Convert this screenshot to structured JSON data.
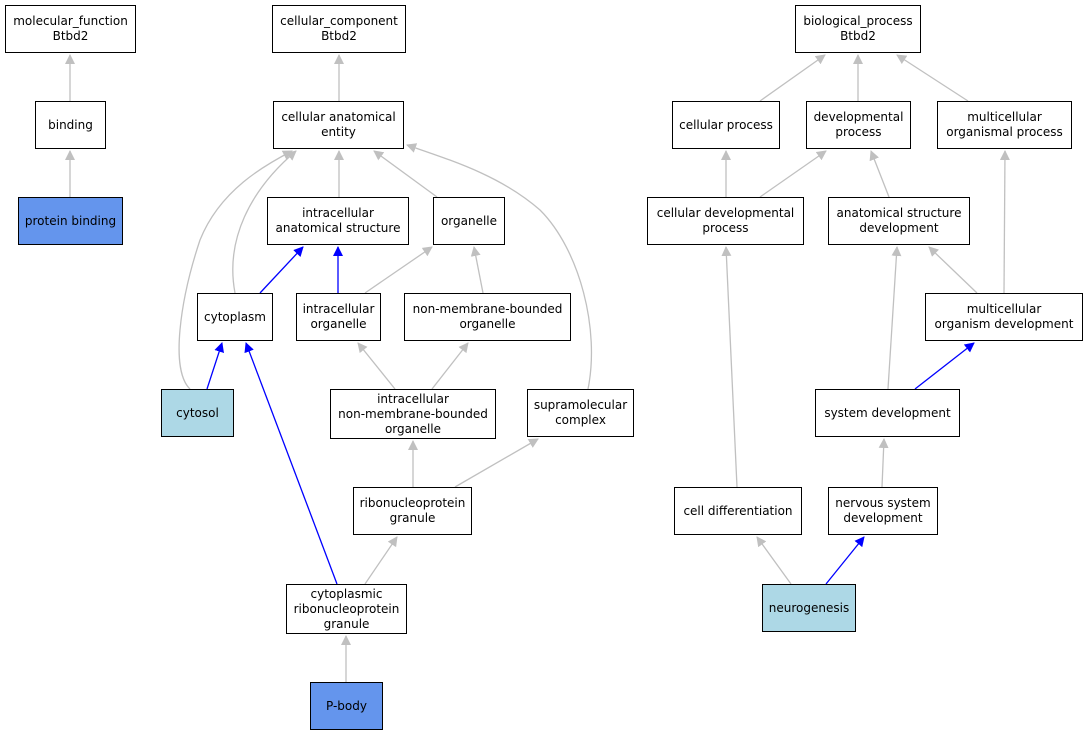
{
  "colors": {
    "edge_default": "#c0c0c0",
    "edge_highlight": "#0000ff",
    "node_border": "#000000",
    "node_fill": "#ffffff",
    "annotated_fill": "#6495ed",
    "related_fill": "#add8e6"
  },
  "nodes": {
    "mf_root": {
      "label": "molecular_function\nBtbd2"
    },
    "binding": {
      "label": "binding"
    },
    "protein_binding": {
      "label": "protein binding"
    },
    "cc_root": {
      "label": "cellular_component\nBtbd2"
    },
    "cae": {
      "label": "cellular anatomical\nentity"
    },
    "ias": {
      "label": "intracellular\nanatomical structure"
    },
    "organelle": {
      "label": "organelle"
    },
    "cytoplasm": {
      "label": "cytoplasm"
    },
    "iorg": {
      "label": "intracellular\norganelle"
    },
    "nmbo": {
      "label": "non-membrane-bounded\norganelle"
    },
    "cytosol": {
      "label": "cytosol"
    },
    "inmbo": {
      "label": "intracellular\nnon-membrane-bounded\norganelle"
    },
    "supra": {
      "label": "supramolecular\ncomplex"
    },
    "rnp": {
      "label": "ribonucleoprotein\ngranule"
    },
    "crnp": {
      "label": "cytoplasmic\nribonucleoprotein\ngranule"
    },
    "pbody": {
      "label": "P-body"
    },
    "bp_root": {
      "label": "biological_process\nBtbd2"
    },
    "cellproc": {
      "label": "cellular process"
    },
    "devproc": {
      "label": "developmental\nprocess"
    },
    "mop": {
      "label": "multicellular\norganismal process"
    },
    "cdp": {
      "label": "cellular developmental\nprocess"
    },
    "asd": {
      "label": "anatomical structure\ndevelopment"
    },
    "mod": {
      "label": "multicellular\norganism development"
    },
    "sysdev": {
      "label": "system development"
    },
    "celldiff": {
      "label": "cell differentiation"
    },
    "nsd": {
      "label": "nervous system\ndevelopment"
    },
    "neuro": {
      "label": "neurogenesis"
    }
  }
}
